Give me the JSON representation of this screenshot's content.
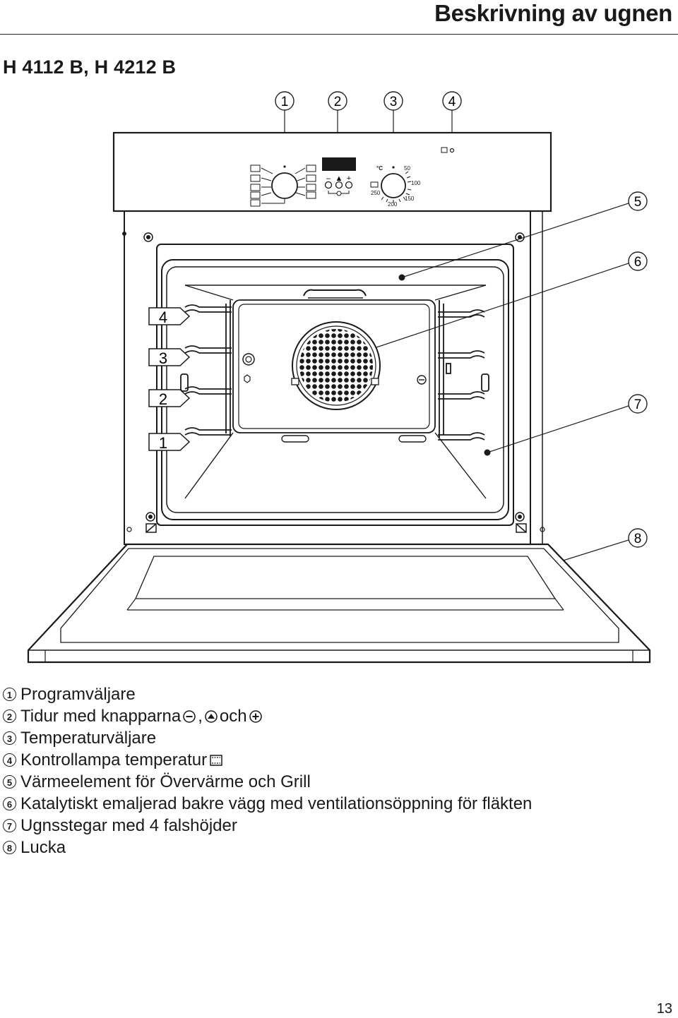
{
  "header": {
    "title": "Beskrivning av ugnen"
  },
  "model": {
    "title": "H 4112 B, H 4212 B"
  },
  "callouts": [
    "1",
    "2",
    "3",
    "4",
    "5",
    "6",
    "7",
    "8"
  ],
  "shelf_positions": [
    "4",
    "3",
    "2",
    "1"
  ],
  "control_panel": {
    "temp_unit": "°C",
    "temp_values": [
      "50",
      "100",
      "150",
      "200",
      "250"
    ],
    "timer_buttons": [
      "–",
      "▲",
      "+"
    ]
  },
  "legend": [
    {
      "num": "1",
      "text": "Programväljare"
    },
    {
      "num": "2",
      "text_before": "Tidur med knapparna",
      "text_sep": ",",
      "text_och": "och"
    },
    {
      "num": "3",
      "text": "Temperaturväljare"
    },
    {
      "num": "4",
      "text": "Kontrollampa temperatur"
    },
    {
      "num": "5",
      "text": "Värmeelement för Övervärme och Grill"
    },
    {
      "num": "6",
      "text": "Katalytiskt emaljerad bakre vägg med ventilationsöppning för fläkten"
    },
    {
      "num": "7",
      "text": "Ugnsstegar med 4 falshöjder"
    },
    {
      "num": "8",
      "text": "Lucka"
    }
  ],
  "page_number": "13"
}
